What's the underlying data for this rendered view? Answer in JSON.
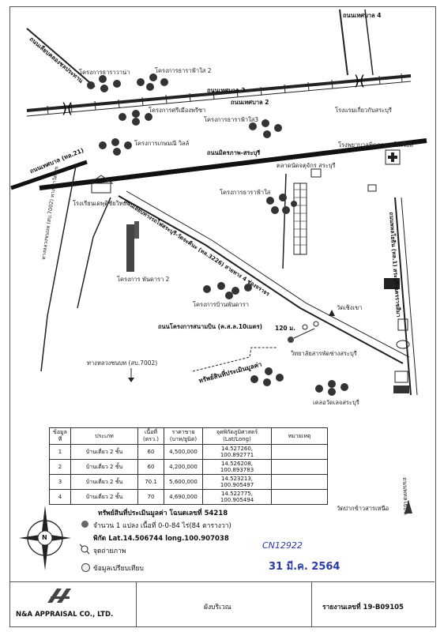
{
  "map": {
    "road_labels": {
      "tessaban4": "ถนนเทศบาล 4",
      "tessaban3": "ถนนเทศบาล 3",
      "tessaban2": "ถนนเทศบาล 2",
      "sahatthai": "ถนนมิตรภาพ-สระบุรี",
      "main_road": "ถนนเทศบาล (ทล.21)",
      "side_road": "ถนนเลียบคลองชลประทาน",
      "route_3226": "ถนนเลียบทางรถไฟสระบุรี-วัดจะคีนะ (ทล.3226) สายทาง 4 ช่องจราจร",
      "phahon": "ถนนพหลโยธิน (ทล.1) สระบุรี-นครราชสีมา",
      "local_road": "ถนนโครงการสนามบิน (ค.ส.ล.10เมตร)",
      "lane_7002": "ทางหลวงชนบท (สบ.7002)",
      "lane_7002_left": "ทางหลวงชนบท (สบ.7002) ทางเข้าวัดเลข",
      "right_lower": "ถนนพหลโยธิน"
    },
    "places": {
      "p1": "โครงการธาราวาน่า",
      "p2": "โครงการธาราฟ้าใส 2",
      "p3": "โครงการศรีเมืองพรีซา",
      "p4": "โครงการธาราฟ้าใส3",
      "p5": "โครงการเกษมณี วิลล์",
      "p6": "โรงแรมเกี่ยวกับสระบุรี",
      "p7": "โรงพยาบาลพิคภาพเมโมเรียล",
      "p8": "ตลาดนัดจตุจักร สระบุรี",
      "p9": "โรงเรียนเดพุติชัยวิทยา",
      "p10": "โครงการธาราฟ้าใส",
      "p11": "โครงการ พันดารา 2",
      "p12": "โครงการบ้านพันดารา",
      "p13": "วัดเชิงเขา",
      "p14": "วิทยาลัยสารพัดช่างสระบุรี",
      "p15": "เคลอวัดเลจสระบุรี",
      "subject": "ทรัพย์สินที่ประเมินมูลค่า",
      "distance": "120 ม."
    }
  },
  "table": {
    "headers": [
      "ข้อมูล ที่",
      "ประเภท",
      "เนื้อที่ (ตรว.)",
      "ราคาขาย (บาท/ยูนิต)",
      "จุดพิกัดภูมิศาสตร์ (Lat/Long)",
      "หมายเหตุ"
    ],
    "rows": [
      [
        "1",
        "บ้านเดี่ยว 2 ชั้น",
        "60",
        "4,500,000",
        "14.527260, 100.892771",
        ""
      ],
      [
        "2",
        "บ้านเดี่ยว 2 ชั้น",
        "60",
        "4,200,000",
        "14.526208, 100.893783",
        ""
      ],
      [
        "3",
        "บ้านเดี่ยว 2 ชั้น",
        "70.1",
        "5,600,000",
        "14.523213, 100.905497",
        ""
      ],
      [
        "4",
        "บ้านเดี่ยว 2 ชั้น",
        "70",
        "4,690,000",
        "14.522775, 100.905494",
        ""
      ]
    ]
  },
  "legend": {
    "title": "ทรัพย์สินที่ประเมินมูลค่า โฉนดเลขที่ 54218",
    "line1": "จำนวน 1 แปลง เนื้อที่ 0-0-84 ไร่(84 ตารางวา)",
    "line2": "พิกัด Lat.14.506744 long.100.907038",
    "line3": "จุดถ่ายภาพ",
    "line4": "ข้อมูลเปรียบเทียบ",
    "compass_n": "N",
    "temple": "วัดปากข้าวสารเหนือ"
  },
  "stamps": {
    "code": "CN12922",
    "date": "31 มี.ค. 2564"
  },
  "footer": {
    "company": "N&A APPRAISAL CO., LTD.",
    "center": "ผังบริเวณ",
    "report": "รายงานเลขที่ 19-B09105"
  },
  "colors": {
    "accent_blue": "#2a3aa8",
    "lines": "#222222"
  }
}
